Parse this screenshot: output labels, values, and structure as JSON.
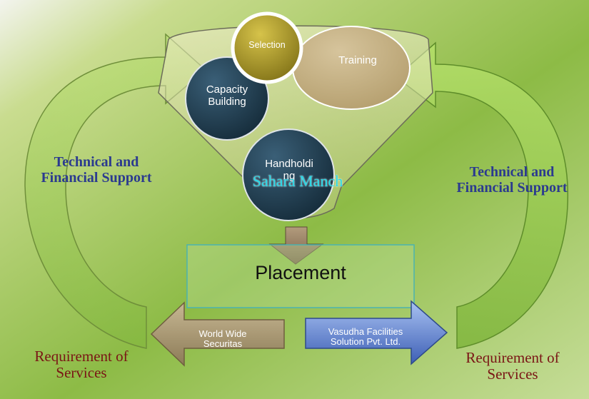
{
  "funnel": {
    "selection": "Selection",
    "training": "Training",
    "capacity_building": "Capacity\nBuilding",
    "handholding": "Handholdi\nng",
    "watermark": "Sahara Manch"
  },
  "center": {
    "placement": "Placement"
  },
  "left": {
    "support": "Technical and\nFinancial Support",
    "requirement": "Requirement of Services",
    "company": "World Wide\nSecuritas"
  },
  "right": {
    "support": "Technical and\nFinancial Support",
    "requirement": "Requirement of Services",
    "company": "Vasudha Facilities\nSolution Pvt. Ltd."
  },
  "colors": {
    "bg_green": "#7fb13a",
    "arrow_green": "#8ac43a",
    "brown_arrow": "#a99a79",
    "blue_arrow": "#5f7fd1",
    "dark_navy": "#1f3a4d",
    "text_blue": "#2b3a8f",
    "text_red": "#7a1515",
    "watermark": "#27d9e8"
  }
}
